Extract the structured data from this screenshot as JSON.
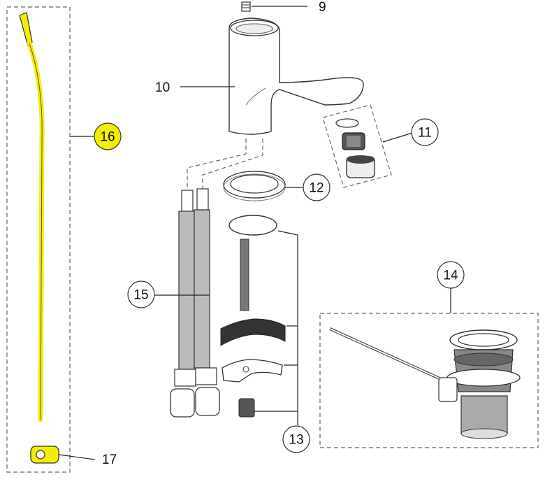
{
  "diagram": {
    "parts": [
      {
        "number": "9"
      },
      {
        "number": "10"
      },
      {
        "number": "11"
      },
      {
        "number": "12"
      },
      {
        "number": "13"
      },
      {
        "number": "14"
      },
      {
        "number": "15"
      },
      {
        "number": "16",
        "highlighted": true
      },
      {
        "number": "17"
      }
    ],
    "highlight_color": "#f2ee00"
  }
}
